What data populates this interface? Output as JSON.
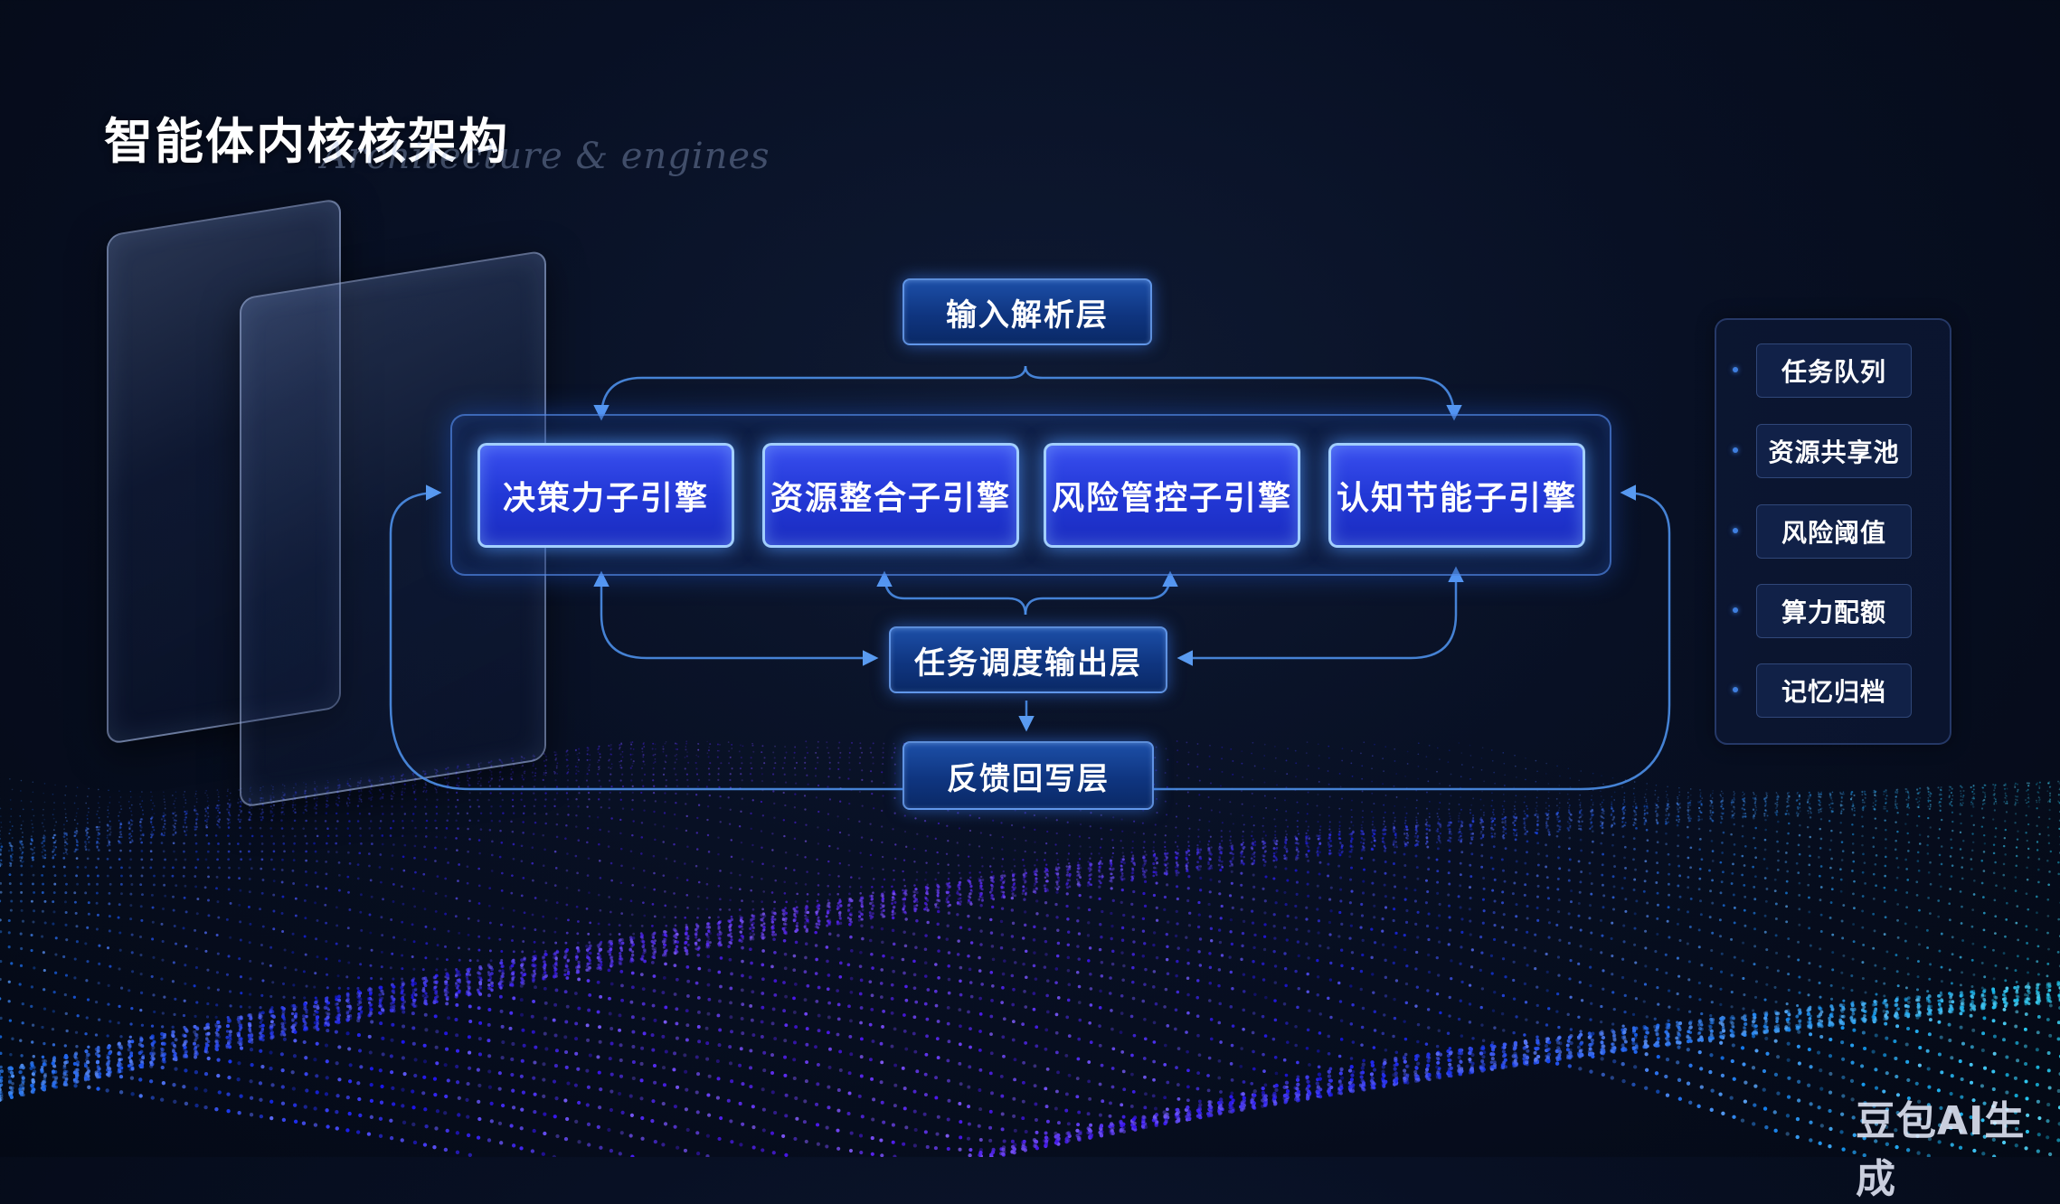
{
  "page": {
    "title": "智能体内核核架构",
    "watermark": "豆包AI生成"
  },
  "colors": {
    "background": "#060c1c",
    "connector": "#4d8fe8",
    "engine_fill": "#2a3fe0",
    "layer_fill": "#123a8a"
  },
  "diagram": {
    "input_layer": "输入解析层",
    "engines": [
      "决策力子引擎",
      "资源整合子引擎",
      "风险管控子引擎",
      "认知节能子引擎"
    ],
    "output_layer": "任务调度输出层",
    "feedback_layer": "反馈回写层"
  },
  "resources": {
    "items": [
      "任务队列",
      "资源共享池",
      "风险阈值",
      "算力配额",
      "记忆归档"
    ]
  }
}
